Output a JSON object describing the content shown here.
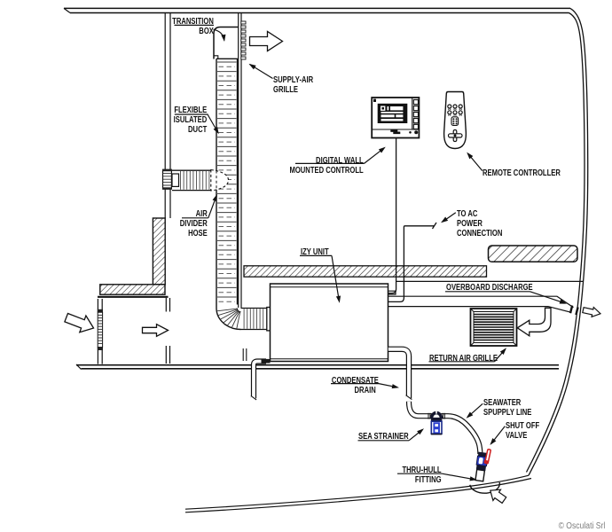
{
  "diagram": {
    "title": "marine air conditioning installation diagram",
    "copyright": "© Osculati Srl",
    "colors": {
      "line": "#111111",
      "hatch": "#222222",
      "blue_accent": "#2636b8",
      "navy_dark": "#15172e",
      "red_valve": "#cc2222",
      "copyright_gray": "#7d7d7d"
    },
    "labels": {
      "transition_box": {
        "line1": "TRANSITION",
        "line2": "BOX"
      },
      "supply_air_grille": {
        "line1": "SUPPLY-AIR",
        "line2": "GRILLE"
      },
      "flexible_isolated_duct": {
        "line1": "FLEXIBLE",
        "line2": "ISULATED",
        "line3": "DUCT"
      },
      "air_divider_hose": {
        "line1": "AIR",
        "line2": "DIVIDER",
        "line3": "HOSE"
      },
      "digital_wall_control": {
        "line1": "DIGITAL WALL",
        "line2": "MOUNTED CONTROLL"
      },
      "remote_controller": {
        "line1": "REMOTE CONTROLLER"
      },
      "to_ac_power": {
        "line1": "TO AC",
        "line2": "POWER",
        "line3": "CONNECTION"
      },
      "izy_unit": {
        "line1": "IZY UNIT"
      },
      "overboard_discharge": {
        "line1": "OVERBOARD DISCHARGE"
      },
      "return_air_grille": {
        "line1": "RETURN AIR GRILLE"
      },
      "condensate_drain": {
        "line1": "CONDENSATE",
        "line2": "DRAIN"
      },
      "sea_strainer": {
        "line1": "SEA STRAINER"
      },
      "seawater_supply_line": {
        "line1": "SEAWATER",
        "line2": "SPUPPLY LINE"
      },
      "shut_off_valve": {
        "line1": "SHUT OFF",
        "line2": "VALVE"
      },
      "thru_hull_fitting": {
        "line1": "THRU-HULL",
        "line2": "FITTING"
      }
    }
  }
}
